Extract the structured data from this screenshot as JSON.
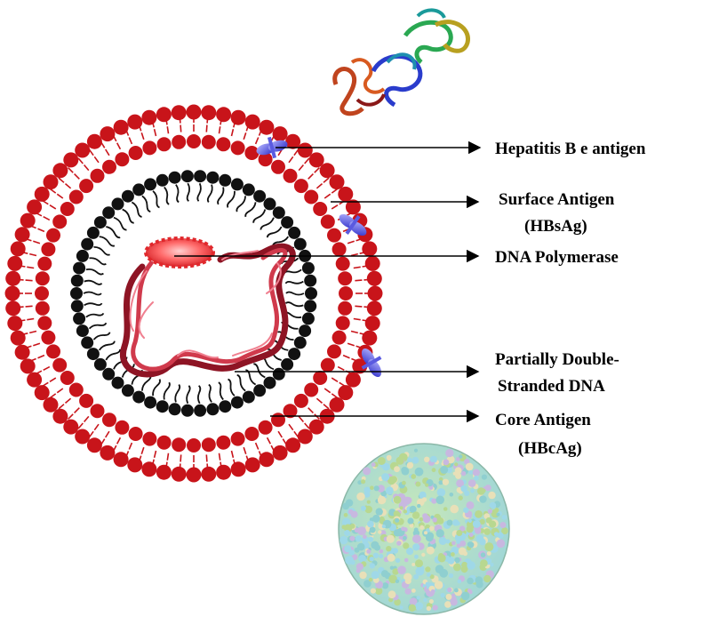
{
  "labels": {
    "hbeag": "Hepatitis B e antigen",
    "surface_line1": "Surface Antigen",
    "surface_line2": "(HBsAg)",
    "polymerase": "DNA Polymerase",
    "dna_line1": "Partially Double-",
    "dna_line2": "Stranded DNA",
    "core_line1": "Core Antigen",
    "core_line2": "(HBcAg)"
  },
  "colors": {
    "envelope": "#c8141a",
    "core": "#111111",
    "dna": "#b01c2e",
    "antigen": "#3b3bd8",
    "polymerase": "#e0282c"
  }
}
